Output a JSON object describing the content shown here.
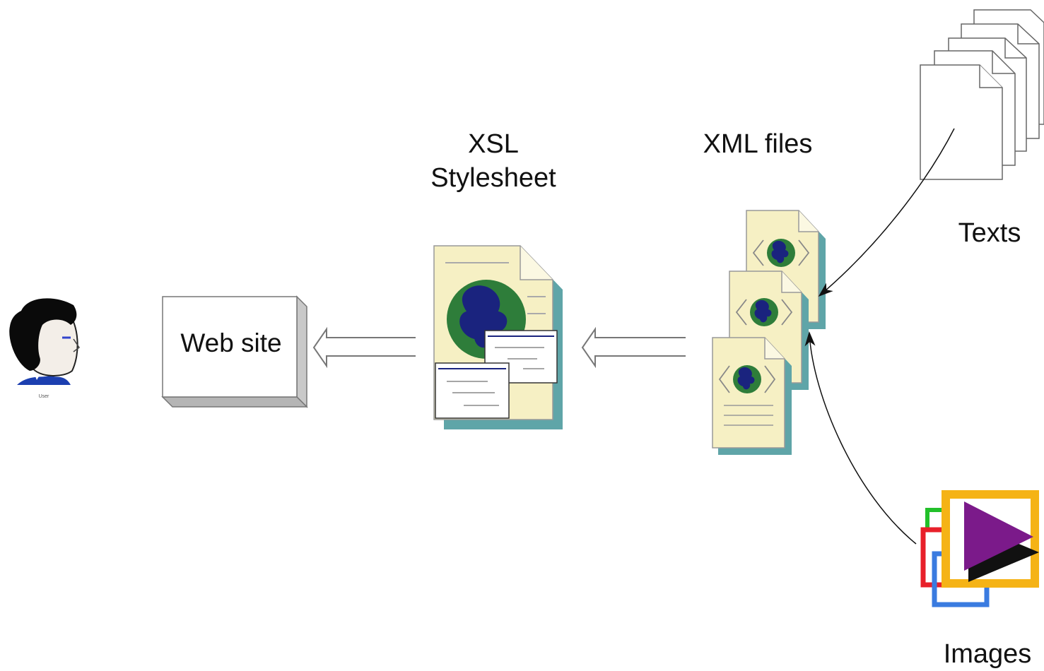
{
  "labels": {
    "web_site": "Web site",
    "xsl_line1": "XSL",
    "xsl_line2": "Stylesheet",
    "xml_files": "XML files",
    "texts": "Texts",
    "images": "Images",
    "user": "User"
  },
  "colors": {
    "doc_fill": "#f6f0c4",
    "doc_shadow": "#5fa5a8",
    "globe_green": "#2e7d3a",
    "globe_blue": "#1a237e",
    "play_purple": "#7b1a8a",
    "frame_orange": "#f5b316",
    "frame_red": "#e8202a",
    "frame_blue": "#3a7be0",
    "frame_green": "#22c02a"
  },
  "icons": [
    "user-icon",
    "xsl-stylesheet-icon",
    "xml-file-icon",
    "text-document-icon",
    "media-images-icon",
    "hollow-arrow-icon"
  ]
}
